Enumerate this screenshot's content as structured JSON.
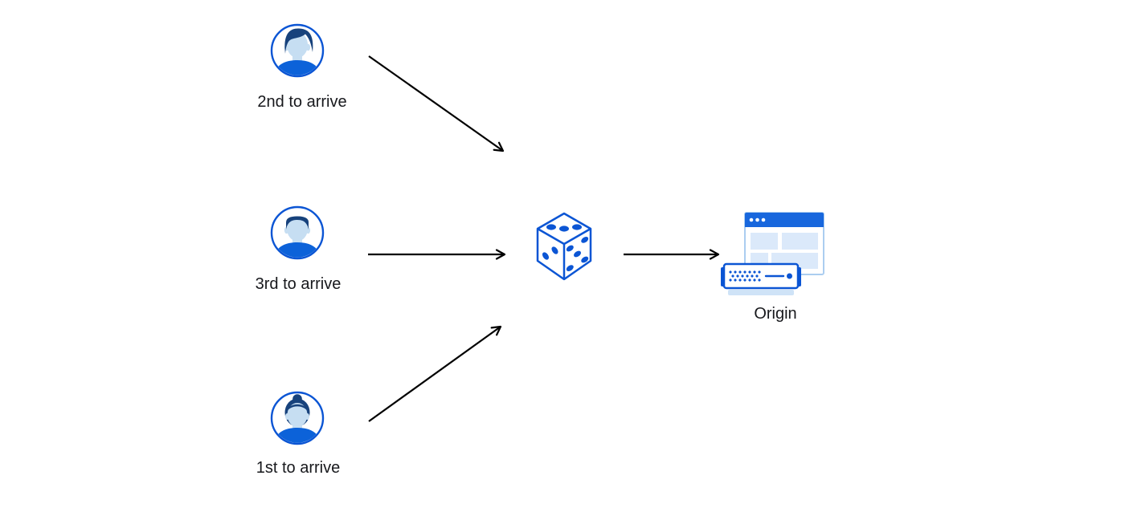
{
  "diagram": {
    "description": "Three clients connect through a random (dice) selector to an origin server"
  },
  "clients": [
    {
      "label": "2nd to arrive",
      "avatar": "man-swept-hair"
    },
    {
      "label": "3rd to arrive",
      "avatar": "man-flat-top-hair"
    },
    {
      "label": "1st to arrive",
      "avatar": "woman-hair-bun"
    }
  ],
  "selector": {
    "icon": "dice",
    "visible_faces": {
      "top_pips": 3,
      "left_pips": 2,
      "right_pips": 5
    }
  },
  "origin": {
    "label": "Origin",
    "icons": [
      "browser-window",
      "server"
    ]
  },
  "connections": [
    {
      "from": "2nd to arrive",
      "to": "dice"
    },
    {
      "from": "3rd to arrive",
      "to": "dice"
    },
    {
      "from": "1st to arrive",
      "to": "dice"
    },
    {
      "from": "dice",
      "to": "Origin"
    }
  ],
  "colors": {
    "primary-blue": "#0b55d4",
    "navy-hair": "#17427c",
    "skin-blue": "#c6def2",
    "shirt-blue": "#0c62d9",
    "titlebar-blue": "#1867dd",
    "panel-blue": "#dbe9fa",
    "window-border": "#abcdf0",
    "server-base": "#cfe3f7",
    "arrow-color": "#000000",
    "text-color": "#17181c",
    "canvas-bg": "#ffffff"
  }
}
